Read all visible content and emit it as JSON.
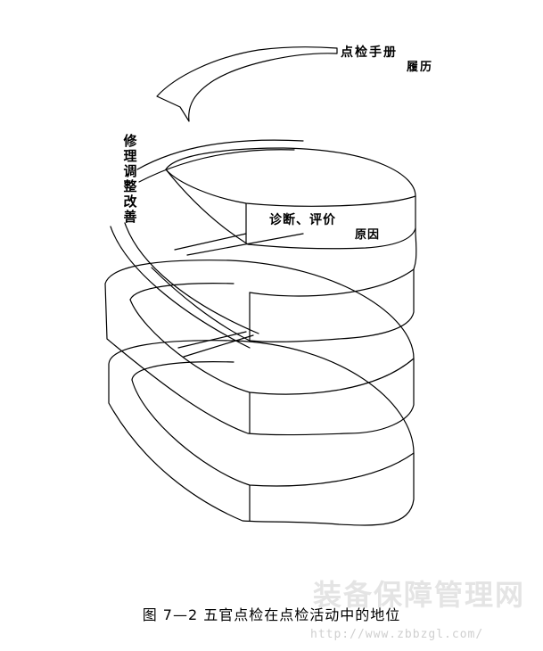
{
  "labels": {
    "handbook_line1": "点检手册",
    "handbook_line2": "履历",
    "repair_vertical": "修理调整改善",
    "diagnose_line1": "诊断、评价",
    "diagnose_line2": "原因"
  },
  "caption": "图 7—2 五官点检在点检活动中的地位",
  "watermark": {
    "text": "装备保障管理网",
    "url": "http://www.zbbzgl.com/"
  },
  "colors": {
    "stroke": "#000000",
    "background": "#ffffff",
    "watermark": "#e4e4e4"
  }
}
